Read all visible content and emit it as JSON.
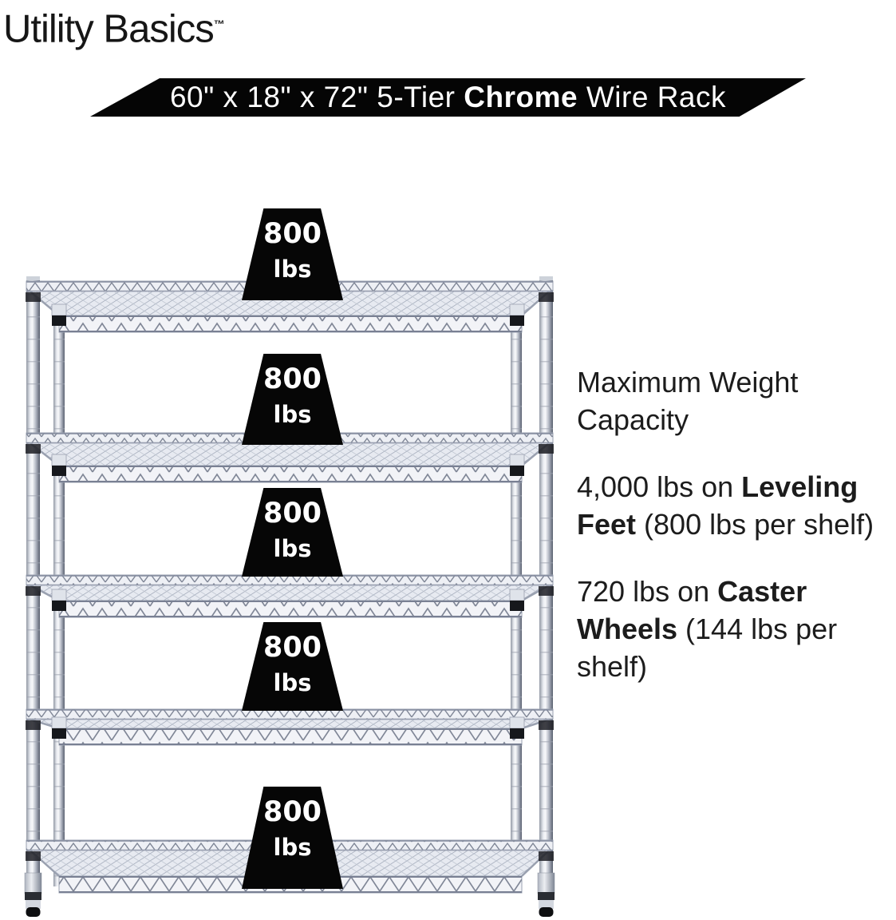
{
  "brand": {
    "name": "Utility Basics",
    "trademark": "™"
  },
  "banner": {
    "size_text": "60\" x 18\" x 72\" 5-Tier ",
    "highlight": "Chrome",
    "suffix": " Wire Rack",
    "background_color": "#050505",
    "text_color": "#ffffff"
  },
  "rack": {
    "description": "5-tier chrome wire shelving rack with leveling feet",
    "tiers": 5,
    "chrome_color": "#c9cdd8",
    "foot_tip_color": "#0d0e10"
  },
  "weights": [
    {
      "value": "800",
      "unit": "lbs"
    },
    {
      "value": "800",
      "unit": "lbs"
    },
    {
      "value": "800",
      "unit": "lbs"
    },
    {
      "value": "800",
      "unit": "lbs"
    },
    {
      "value": "800",
      "unit": "lbs"
    }
  ],
  "info": {
    "heading": "Maximum Weight Capacity",
    "paragraphs": [
      {
        "prefix": "4,000 lbs on ",
        "bold": "Leveling Feet",
        "suffix": " (800 lbs per shelf)"
      },
      {
        "prefix": "720 lbs on ",
        "bold": "Caster Wheels",
        "suffix": " (144 lbs per shelf)"
      }
    ]
  }
}
